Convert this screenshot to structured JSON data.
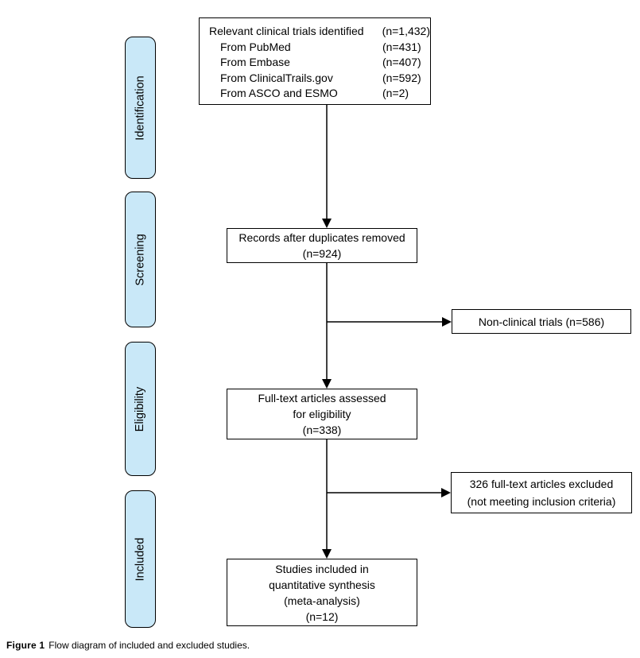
{
  "figure": {
    "caption_label": "Figure 1",
    "caption_text": "Flow diagram of included and excluded studies."
  },
  "stages": [
    {
      "label": "Identification"
    },
    {
      "label": "Screening"
    },
    {
      "label": "Eligibility"
    },
    {
      "label": "Included"
    }
  ],
  "boxes": {
    "identified": {
      "rows": [
        {
          "label": "Relevant clinical trials identified",
          "value": "(n=1,432)"
        },
        {
          "label": "From PubMed",
          "value": "(n=431)"
        },
        {
          "label": "From Embase",
          "value": "(n=407)"
        },
        {
          "label": "From ClinicalTrails.gov",
          "value": "(n=592)"
        },
        {
          "label": "From ASCO and ESMO",
          "value": "(n=2)"
        }
      ]
    },
    "duplicates_removed": {
      "lines": [
        "Records after duplicates removed",
        "(n=924)"
      ]
    },
    "non_clinical": {
      "lines": [
        "Non-clinical trials (n=586)"
      ]
    },
    "full_text": {
      "lines": [
        "Full-text articles assessed",
        "for eligibility",
        "(n=338)"
      ]
    },
    "excluded": {
      "lines": [
        "326 full-text articles excluded",
        "(not meeting inclusion criteria)"
      ]
    },
    "included_studies": {
      "lines": [
        "Studies included in",
        "quantitative synthesis",
        "(meta-analysis)",
        "(n=12)"
      ]
    }
  },
  "colors": {
    "stage_fill": "#c9e8f8",
    "line_color": "#000000"
  }
}
